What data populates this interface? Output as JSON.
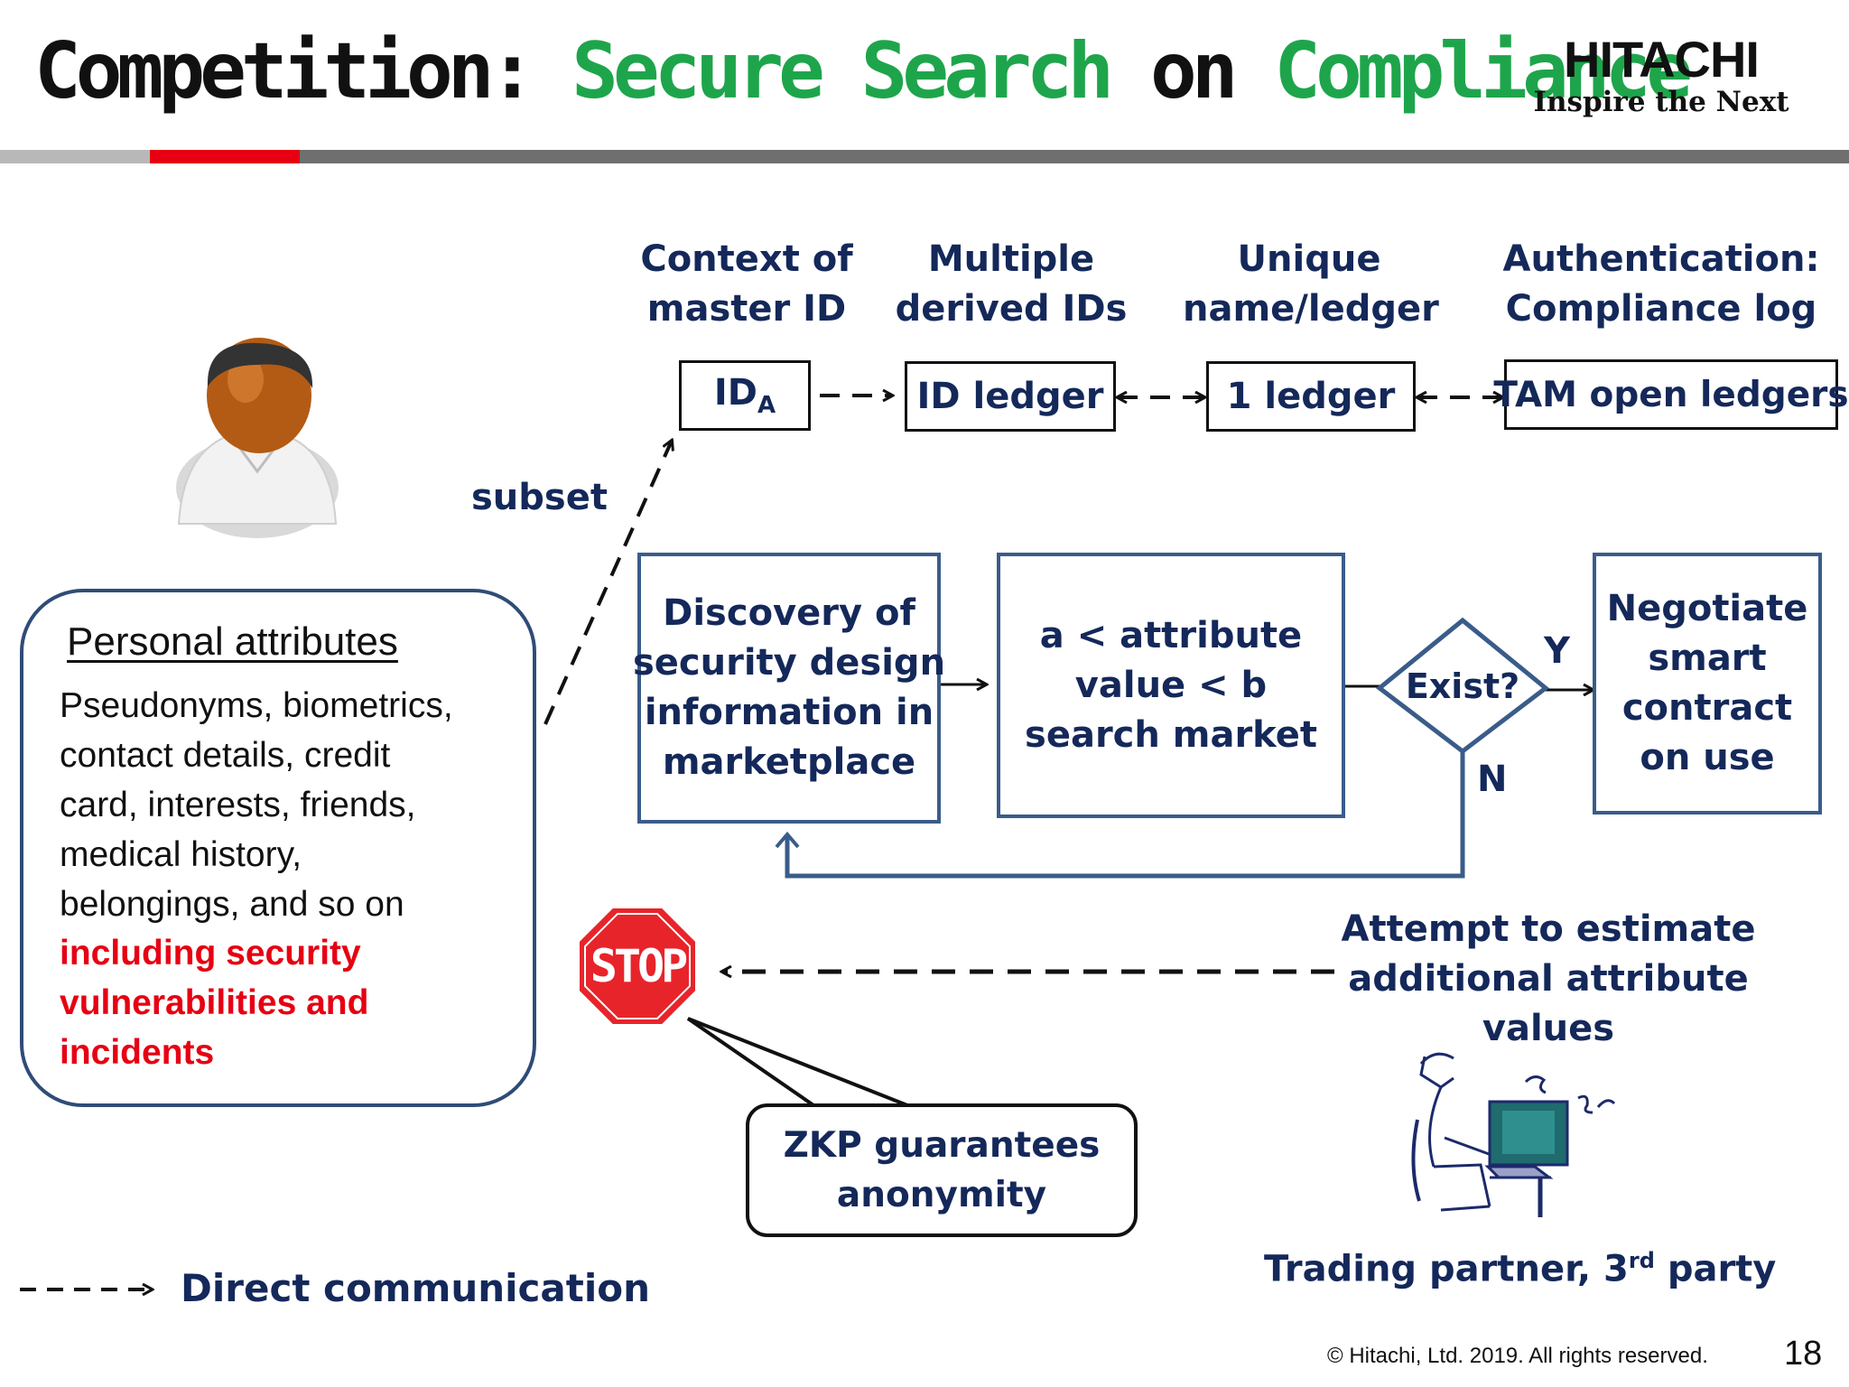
{
  "title": {
    "part1": "Competition: ",
    "part2": "Secure Search",
    "part3": " on ",
    "part4": "Compliance"
  },
  "logo": {
    "word": "HITACHI",
    "tagline": "Inspire the Next"
  },
  "columns": {
    "context": [
      "Context of",
      "master ID"
    ],
    "multiple": [
      "Multiple",
      "derived IDs"
    ],
    "unique": [
      "Unique",
      "name/ledger"
    ],
    "auth": [
      "Authentication:",
      "Compliance log"
    ]
  },
  "id_boxes": {
    "ida_main": "ID",
    "ida_sub": "A",
    "id_ledger": "ID ledger",
    "one_ledger": "1 ledger",
    "tam": "TAM open ledgers"
  },
  "subset_label": "subset",
  "personal": {
    "heading": "Personal attributes",
    "body": [
      "Pseudonyms, biometrics,",
      "contact details, credit",
      "card, interests, friends,",
      "medical history,",
      "belongings, and so on"
    ],
    "highlight": [
      "including security",
      "vulnerabilities and",
      "incidents"
    ]
  },
  "flow": {
    "discovery": [
      "Discovery of",
      "security design",
      "information in",
      "marketplace"
    ],
    "search": [
      "a < attribute",
      "value < b",
      "search market"
    ],
    "exist": "Exist?",
    "yes": "Y",
    "no": "N",
    "negotiate": [
      "Negotiate",
      "smart",
      "contract",
      "on use"
    ]
  },
  "stop_sign": "STOP",
  "attempt": [
    "Attempt to estimate",
    "additional attribute",
    "values"
  ],
  "zkp": [
    "ZKP guarantees",
    "anonymity"
  ],
  "trading": {
    "main": "Trading partner, 3",
    "sup": "rd",
    "tail": " party"
  },
  "legend": {
    "label": "Direct communication"
  },
  "footer": {
    "copyright": "© Hitachi, Ltd. 2019. All rights reserved.",
    "page": "18"
  },
  "colors": {
    "green": "#1ea54b",
    "navy": "#14285a",
    "red": "#e60012",
    "box_border": "#3a5c8a"
  }
}
